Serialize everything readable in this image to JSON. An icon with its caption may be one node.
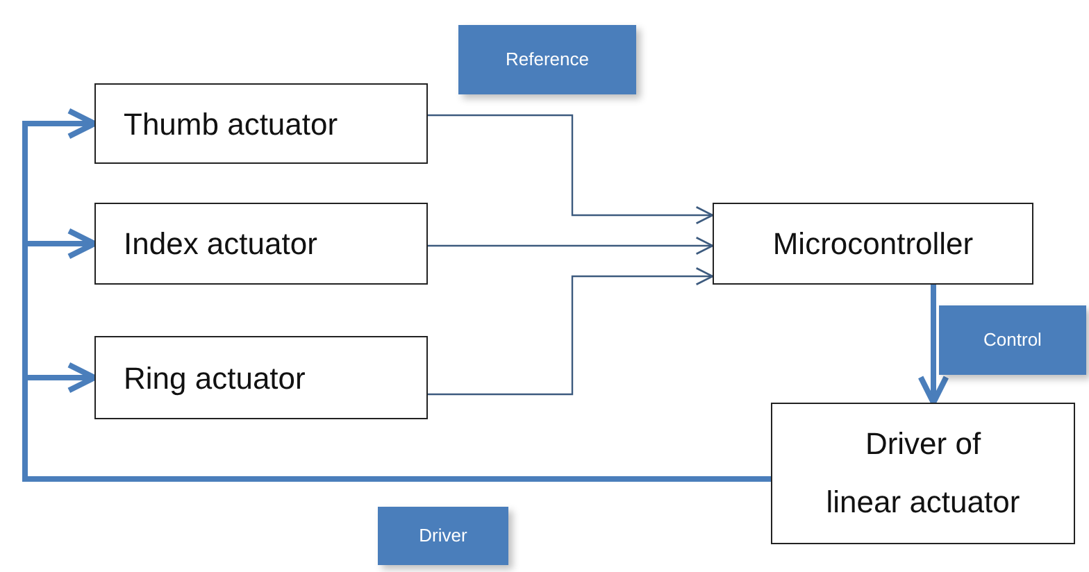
{
  "diagram": {
    "nodes": [
      {
        "text": [
          "Thumb actuator"
        ]
      },
      {
        "text": [
          "Index actuator"
        ]
      },
      {
        "text": [
          "Ring actuator"
        ]
      },
      {
        "text": [
          "Microcontroller"
        ]
      },
      {
        "text": [
          "Driver of linear actuator"
        ]
      },
      {
        "text": [
          "Reference"
        ]
      },
      {
        "text": [
          "Control"
        ]
      },
      {
        "text": [
          "Driver"
        ]
      }
    ],
    "edges": [
      {
        "from": 0,
        "to": 3,
        "arrow": "to",
        "color": "#3c5a7e"
      },
      {
        "from": 1,
        "to": 3,
        "arrow": "to",
        "color": "#3c5a7e"
      },
      {
        "from": 2,
        "to": 3,
        "arrow": "to",
        "color": "#3c5a7e"
      },
      {
        "from": 3,
        "to": 4,
        "arrow": "to"
      },
      {
        "from": 4,
        "to": 0,
        "arrow": "to"
      },
      {
        "from": 4,
        "to": 1,
        "arrow": "to"
      },
      {
        "from": 4,
        "to": 2,
        "arrow": "to"
      }
    ]
  }
}
